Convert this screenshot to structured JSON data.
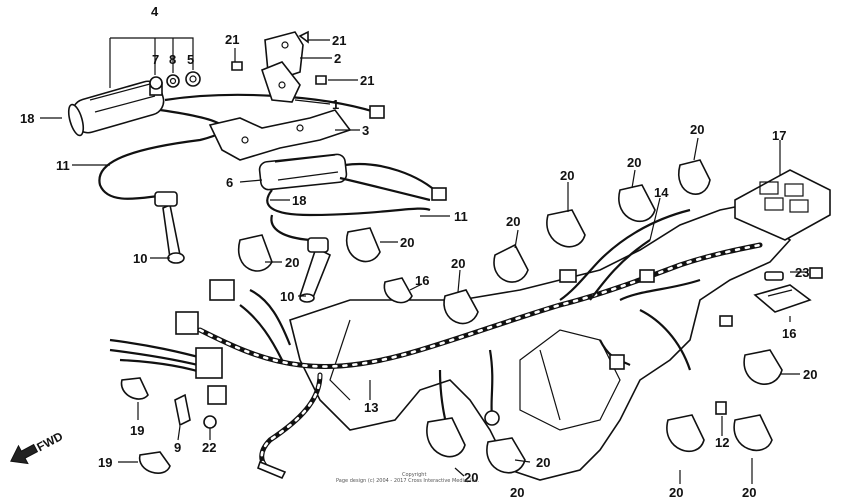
{
  "diagram": {
    "callouts": {
      "c4": "4",
      "c7": "7",
      "c8": "8",
      "c5": "5",
      "c21a": "21",
      "c21b": "21",
      "c21c": "21",
      "c2": "2",
      "c1": "1",
      "c3": "3",
      "c18a": "18",
      "c18b": "18",
      "c11a": "11",
      "c11b": "11",
      "c6": "6",
      "c10a": "10",
      "c10b": "10",
      "c20_1": "20",
      "c20_2": "20",
      "c20_3": "20",
      "c20_4": "20",
      "c20_5": "20",
      "c20_6": "20",
      "c20_7": "20",
      "c20_8": "20",
      "c20_9": "20",
      "c20_10": "20",
      "c20_11": "20",
      "c20_12": "20",
      "c20_13": "20",
      "c16a": "16",
      "c16b": "16",
      "c17": "17",
      "c14": "14",
      "c23": "23",
      "c13": "13",
      "c19a": "19",
      "c19b": "19",
      "c9": "9",
      "c22": "22",
      "c12": "12"
    },
    "fwd_label": "FWD",
    "copyright_line1": "Copyright",
    "copyright_line2": "Page design (c) 2004 - 2017 Cross Interactive Media, Inc."
  },
  "colors": {
    "ink": "#111111",
    "paper": "#ffffff"
  },
  "icons": [
    "fwd-arrow-icon"
  ]
}
